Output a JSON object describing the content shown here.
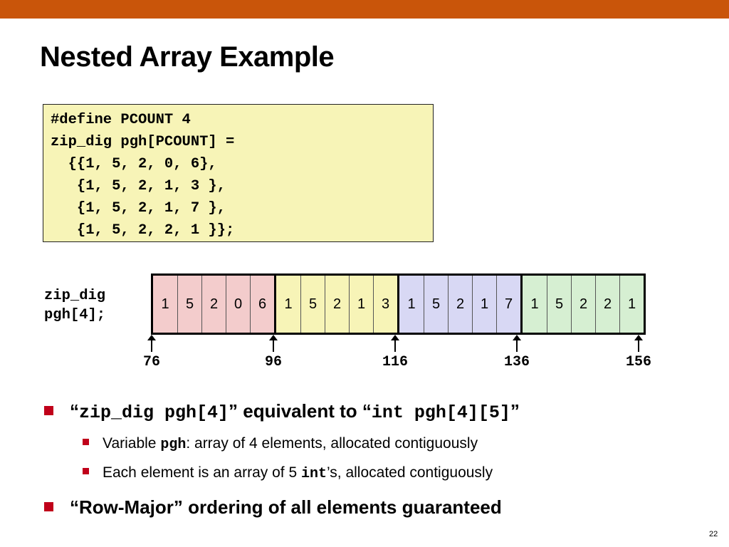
{
  "slide": {
    "title": "Nested Array Example",
    "page_number": "22"
  },
  "colors": {
    "top_bar": "#c9550a",
    "code_box_bg": "#f7f4b7",
    "bullet": "#c0001a"
  },
  "code": {
    "lines": [
      "#define PCOUNT 4",
      "zip_dig pgh[PCOUNT] =",
      "  {{1, 5, 2, 0, 6},",
      "   {1, 5, 2, 1, 3 },",
      "   {1, 5, 2, 1, 7 },",
      "   {1, 5, 2, 2, 1 }};"
    ]
  },
  "diagram": {
    "label_line1": "zip_dig",
    "label_line2": "pgh[4];",
    "rows": [
      {
        "color": "#f3cccc",
        "values": [
          "1",
          "5",
          "2",
          "0",
          "6"
        ]
      },
      {
        "color": "#f7f4b7",
        "values": [
          "1",
          "5",
          "2",
          "1",
          "3"
        ]
      },
      {
        "color": "#d8d8f4",
        "values": [
          "1",
          "5",
          "2",
          "1",
          "7"
        ]
      },
      {
        "color": "#d6efd2",
        "values": [
          "1",
          "5",
          "2",
          "2",
          "1"
        ]
      }
    ],
    "addresses": [
      "76",
      "96",
      "116",
      "136",
      "156"
    ]
  },
  "bullets": {
    "b1_q1": "“",
    "b1_code1": "zip_dig pgh[4]",
    "b1_mid": "” equivalent to “",
    "b1_code2": "int pgh[4][5]",
    "b1_q2": "”",
    "s1_prefix": "Variable ",
    "s1_code": "pgh",
    "s1_suffix": ": array of 4 elements, allocated contiguously",
    "s2_prefix": "Each element is an array of 5 ",
    "s2_code": "int",
    "s2_suffix": "’s, allocated contiguously",
    "b2_text": "“Row-Major” ordering of all elements guaranteed"
  }
}
